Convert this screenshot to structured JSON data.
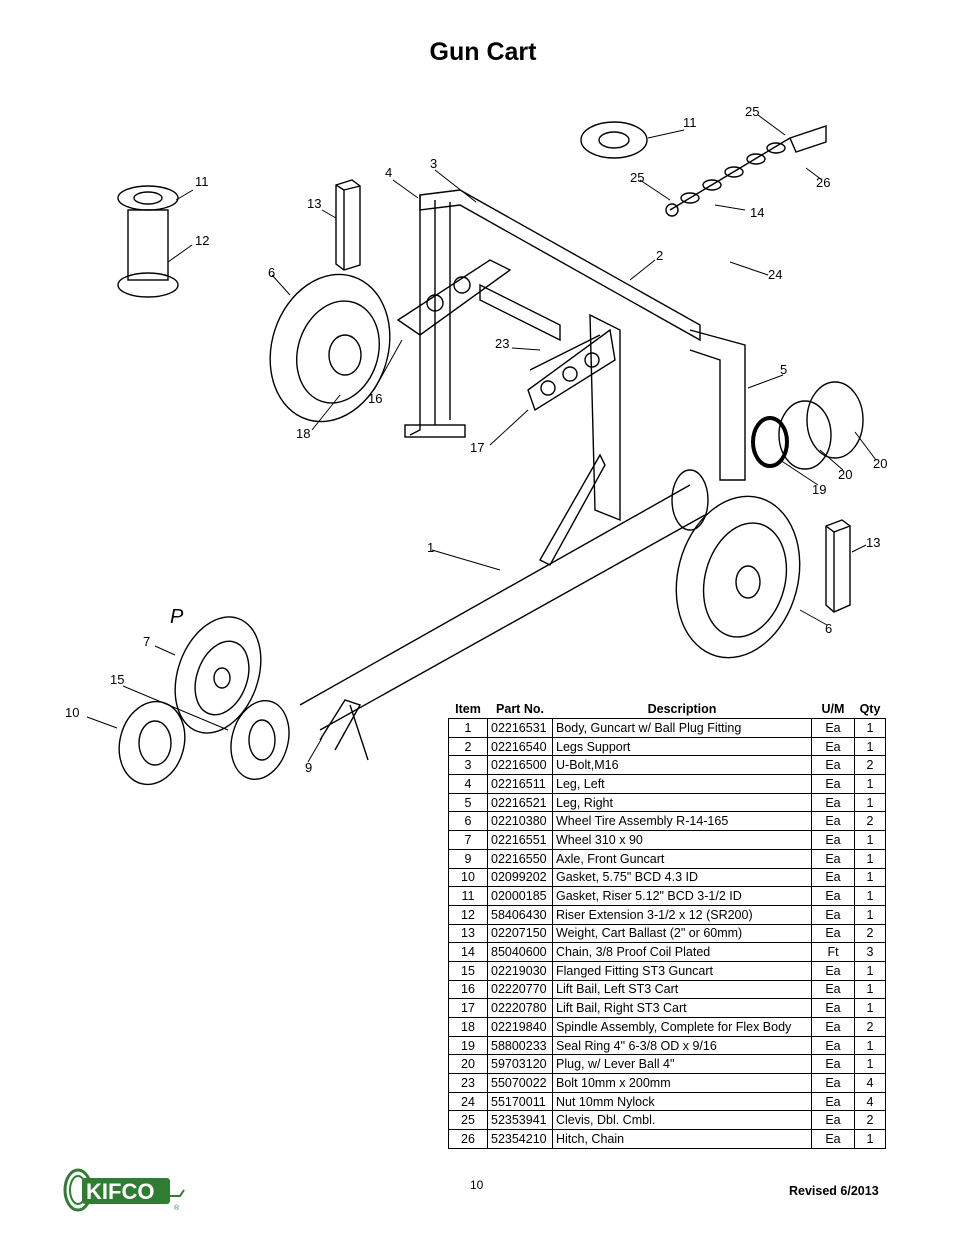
{
  "page": {
    "title": "Gun Cart",
    "page_number": "10",
    "revised": "Revised 6/2013"
  },
  "logo": {
    "text": "KIFCO",
    "registered": "®",
    "color": "#2e7d32"
  },
  "diagram": {
    "callouts": [
      "1",
      "2",
      "3",
      "4",
      "5",
      "6",
      "6",
      "7",
      "9",
      "10",
      "11",
      "11",
      "12",
      "13",
      "13",
      "14",
      "15",
      "16",
      "17",
      "18",
      "19",
      "20",
      "20",
      "23",
      "24",
      "25",
      "25",
      "26"
    ],
    "handwritten_mark": "P"
  },
  "table": {
    "headers": {
      "item": "Item",
      "part_no": "Part No.",
      "description": "Description",
      "um": "U/M",
      "qty": "Qty"
    },
    "rows": [
      {
        "item": "1",
        "part_no": "02216531",
        "description": "Body, Guncart w/ Ball Plug Fitting",
        "um": "Ea",
        "qty": "1"
      },
      {
        "item": "2",
        "part_no": "02216540",
        "description": "Legs Support",
        "um": "Ea",
        "qty": "1"
      },
      {
        "item": "3",
        "part_no": "02216500",
        "description": "U-Bolt,M16",
        "um": "Ea",
        "qty": "2"
      },
      {
        "item": "4",
        "part_no": "02216511",
        "description": "Leg, Left",
        "um": "Ea",
        "qty": "1"
      },
      {
        "item": "5",
        "part_no": "02216521",
        "description": "Leg, Right",
        "um": "Ea",
        "qty": "1"
      },
      {
        "item": "6",
        "part_no": "02210380",
        "description": "Wheel Tire Assembly R-14-165",
        "um": "Ea",
        "qty": "2"
      },
      {
        "item": "7",
        "part_no": "02216551",
        "description": "Wheel 310 x 90",
        "um": "Ea",
        "qty": "1"
      },
      {
        "item": "9",
        "part_no": "02216550",
        "description": "Axle, Front Guncart",
        "um": "Ea",
        "qty": "1"
      },
      {
        "item": "10",
        "part_no": "02099202",
        "description": "Gasket, 5.75\" BCD 4.3 ID",
        "um": "Ea",
        "qty": "1"
      },
      {
        "item": "11",
        "part_no": "02000185",
        "description": "Gasket, Riser 5.12\" BCD 3-1/2 ID",
        "um": "Ea",
        "qty": "1"
      },
      {
        "item": "12",
        "part_no": "58406430",
        "description": "Riser Extension 3-1/2 x 12  (SR200)",
        "um": "Ea",
        "qty": "1"
      },
      {
        "item": "13",
        "part_no": "02207150",
        "description": "Weight, Cart Ballast (2\" or 60mm)",
        "um": "Ea",
        "qty": "2"
      },
      {
        "item": "14",
        "part_no": "85040600",
        "description": "Chain, 3/8 Proof Coil Plated",
        "um": "Ft",
        "qty": "3"
      },
      {
        "item": "15",
        "part_no": "02219030",
        "description": "Flanged Fitting ST3 Guncart",
        "um": "Ea",
        "qty": "1"
      },
      {
        "item": "16",
        "part_no": "02220770",
        "description": "Lift Bail, Left ST3 Cart",
        "um": "Ea",
        "qty": "1"
      },
      {
        "item": "17",
        "part_no": "02220780",
        "description": "Lift Bail, Right ST3 Cart",
        "um": "Ea",
        "qty": "1"
      },
      {
        "item": "18",
        "part_no": "02219840",
        "description": "Spindle Assembly, Complete for Flex Body",
        "um": "Ea",
        "qty": "2"
      },
      {
        "item": "19",
        "part_no": "58800233",
        "description": "Seal Ring 4\" 6-3/8 OD x 9/16",
        "um": "Ea",
        "qty": "1"
      },
      {
        "item": "20",
        "part_no": "59703120",
        "description": "Plug, w/ Lever Ball 4\"",
        "um": "Ea",
        "qty": "1"
      },
      {
        "item": "23",
        "part_no": "55070022",
        "description": "Bolt 10mm x 200mm",
        "um": "Ea",
        "qty": "4"
      },
      {
        "item": "24",
        "part_no": "55170011",
        "description": "Nut 10mm Nylock",
        "um": "Ea",
        "qty": "4"
      },
      {
        "item": "25",
        "part_no": "52353941",
        "description": "Clevis, Dbl. Cmbl.",
        "um": "Ea",
        "qty": "2"
      },
      {
        "item": "26",
        "part_no": "52354210",
        "description": "Hitch, Chain",
        "um": "Ea",
        "qty": "1"
      }
    ]
  }
}
